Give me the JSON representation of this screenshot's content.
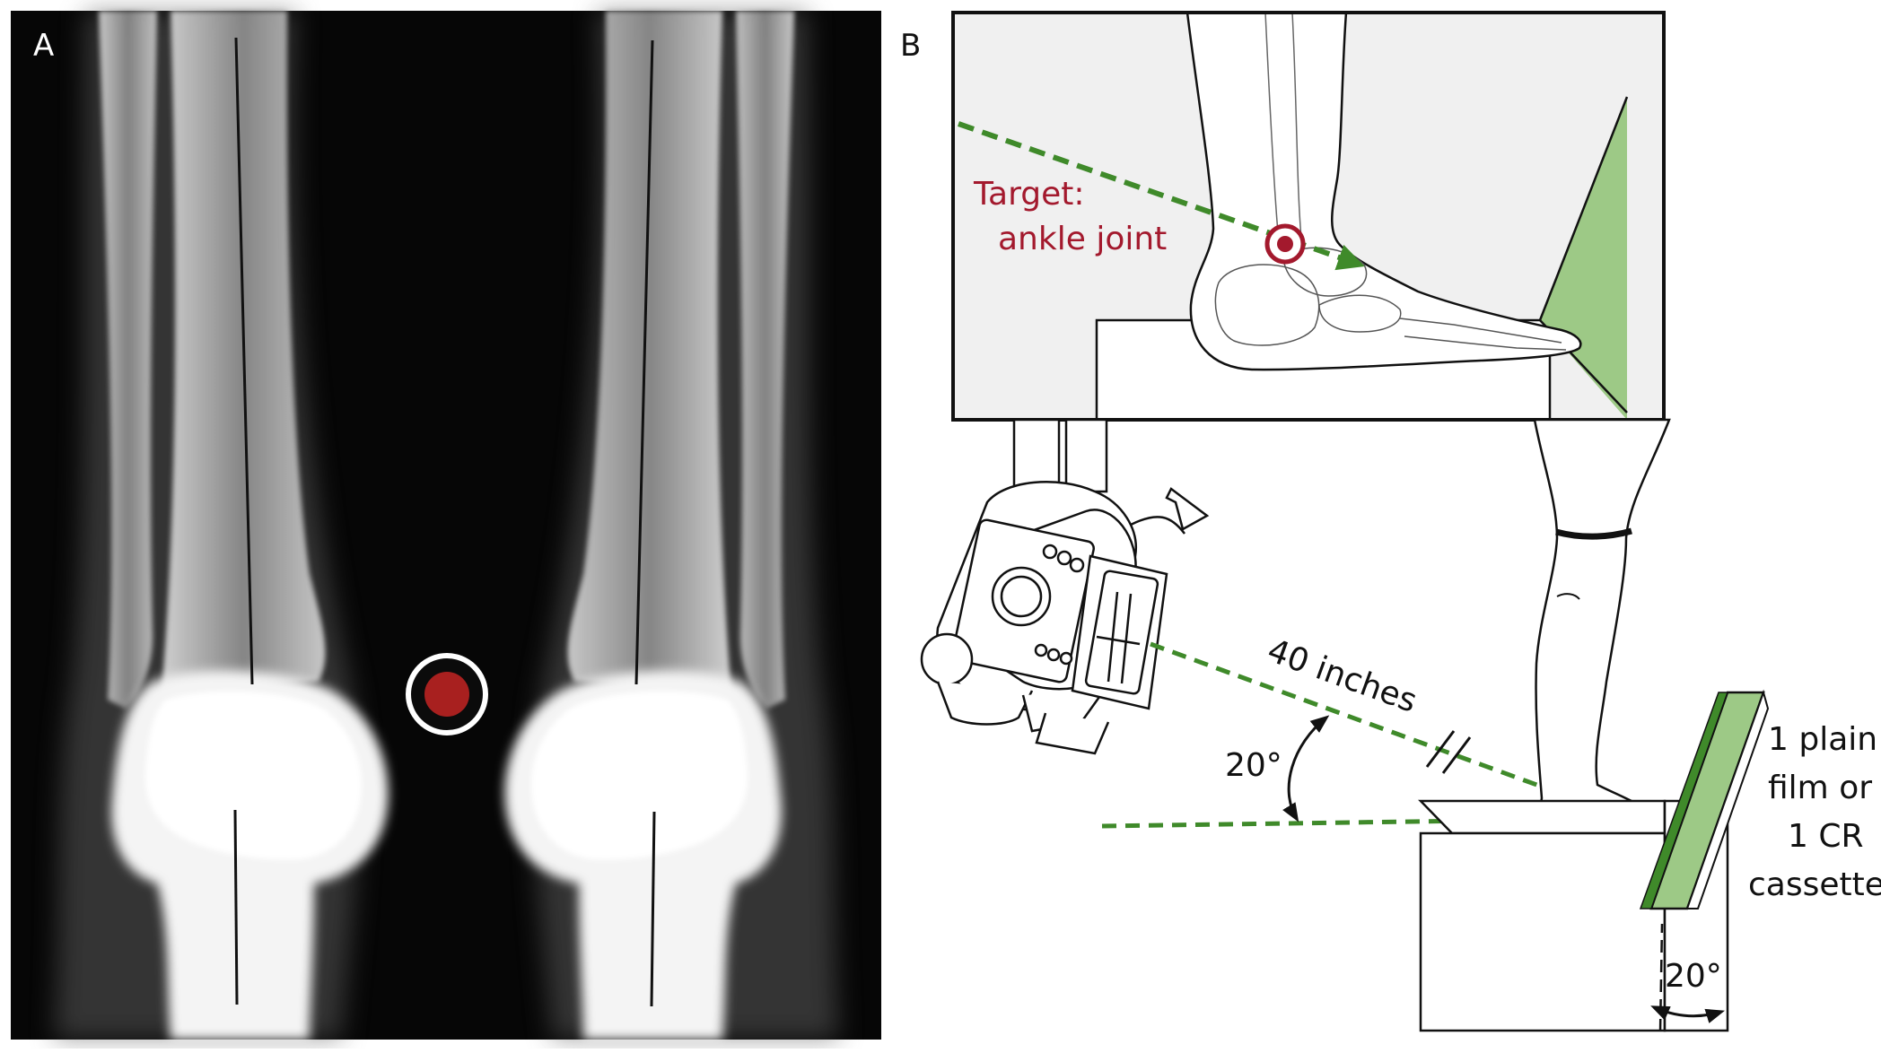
{
  "panel_a": {
    "label": "A"
  },
  "panel_b": {
    "label": "B",
    "target_line1": "Target:",
    "target_line2": "ankle joint",
    "distance_label": "40 inches",
    "angle_tube_label": "20°",
    "angle_cassette_label": "20°",
    "cassette_line1": "1 plain",
    "cassette_line2": "film or",
    "cassette_line3": "1 CR",
    "cassette_line4": "cassette"
  },
  "colors": {
    "beam_green": "#3f8a2a",
    "cassette_green": "#9dc986",
    "target_red": "#a3192d",
    "marker_red": "#a8201f",
    "xray_bg": "#060606"
  }
}
